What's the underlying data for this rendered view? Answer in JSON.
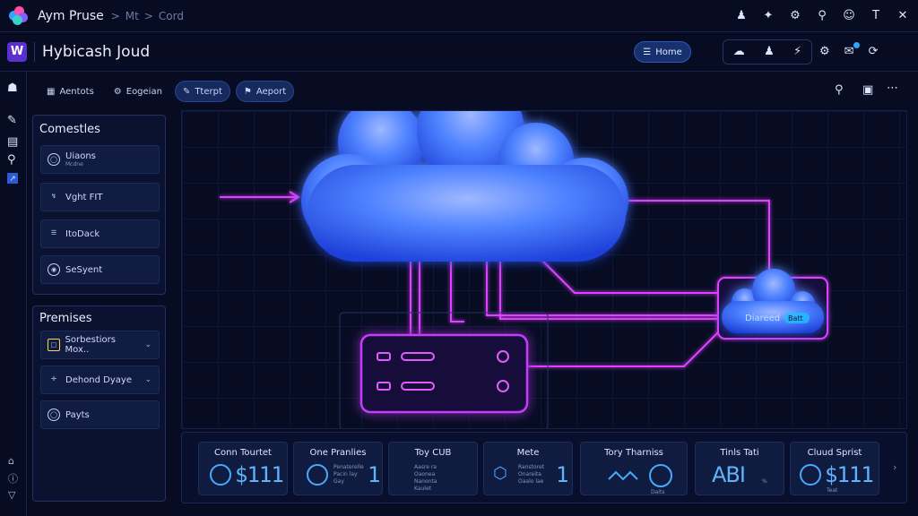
{
  "topbar": {
    "app_name": "Aym Pruse",
    "breadcrumbs": [
      "Mt",
      "Cord"
    ],
    "icons": [
      "user-icon",
      "twitter-icon",
      "translate-icon",
      "search-icon",
      "emoji-icon",
      "text-format-icon",
      "close-icon"
    ]
  },
  "header": {
    "badge": "W",
    "title": "Hybicash Joud",
    "home_label": "Home",
    "group_icons": [
      "cloud-icon",
      "person-icon",
      "bolt-icon"
    ],
    "right_icons": [
      "settings-icon",
      "chat-icon",
      "spinner-icon"
    ]
  },
  "toolbar": {
    "items": [
      {
        "label": "Aentots",
        "icon": "grid-icon"
      },
      {
        "label": "Eogeian",
        "icon": "gear-icon"
      },
      {
        "label": "Tterpt",
        "icon": "pencil-icon"
      },
      {
        "label": "Aeport",
        "icon": "flag-icon"
      }
    ],
    "right_icons": [
      "search-icon",
      "trash-icon",
      "more-icon"
    ]
  },
  "sidebar": {
    "connections": {
      "title": "Comestles",
      "items": [
        {
          "label": "Uiaons",
          "sub": "Mcdne"
        },
        {
          "label": "Vght FIT",
          "sub": ""
        },
        {
          "label": "ItoDack",
          "sub": ""
        },
        {
          "label": "SeSyent",
          "sub": ""
        }
      ]
    },
    "premises": {
      "title": "Premises",
      "items": [
        {
          "label": "Sorbestiors Mox..",
          "has_chevron": true
        },
        {
          "label": "Dehond Dyaye",
          "has_chevron": true
        },
        {
          "label": "Payts",
          "has_chevron": false
        }
      ]
    }
  },
  "diagram": {
    "edge_cloud_label": "Diareed",
    "edge_cloud_tag": "Batt",
    "colors": {
      "cloud": "#3c7dff",
      "link": "#e040ff",
      "server": "#c43cff"
    }
  },
  "metrics": [
    {
      "title": "Conn Tourtet",
      "value": "$111",
      "sub": ""
    },
    {
      "title": "One Pranlies",
      "value": "1",
      "sub": "Penaterelle Pacin lay Gay"
    },
    {
      "title": "Toy CUB",
      "value": "",
      "sub": "Aasre ra Oaonea Nanonta Kaulet"
    },
    {
      "title": "Mete",
      "value": "1",
      "sub": "Ranstoret Onareita Oaalo lae"
    },
    {
      "title": "Tory Tharniss",
      "value": "",
      "sub": "Dalts"
    },
    {
      "title": "Tinls Tati",
      "value": "ABI",
      "sub": "%"
    },
    {
      "title": "Cluud Sprist",
      "value": "$111",
      "sub": "Teat"
    }
  ],
  "leftrail_icons": [
    "lock-icon",
    "edit-icon",
    "card-icon",
    "search-icon",
    "chart-icon"
  ],
  "leftrail_bottom_icons": [
    "home-icon",
    "info-icon",
    "triangle-icon"
  ]
}
